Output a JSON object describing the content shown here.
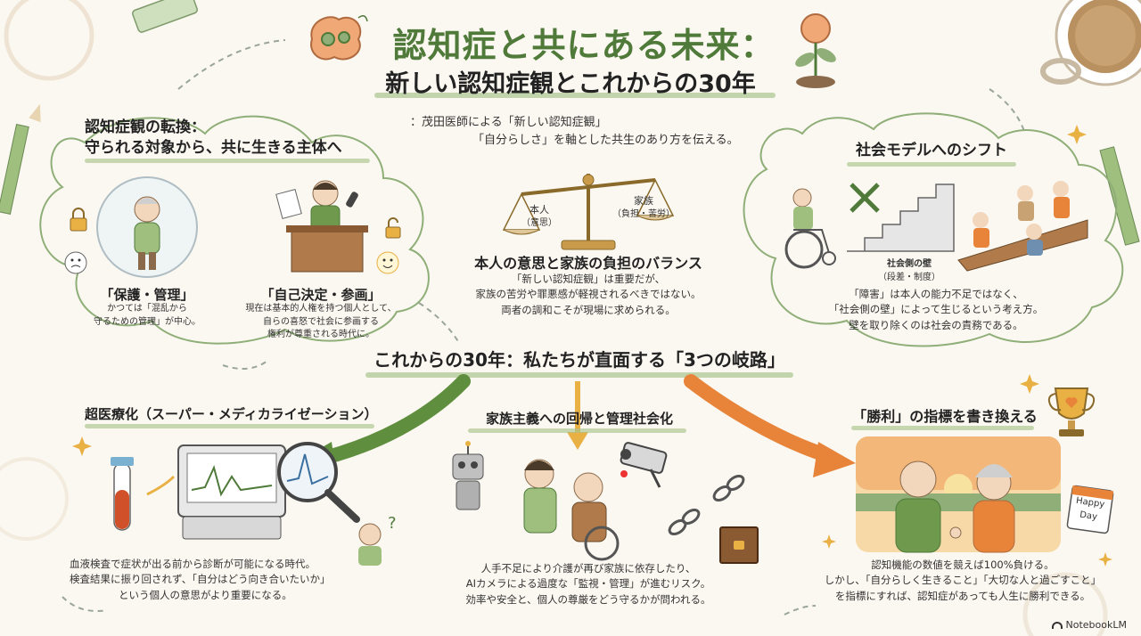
{
  "header": {
    "title": "認知症と共にある未来：",
    "subtitle": "新しい認知症観とこれからの30年"
  },
  "intro": {
    "line1": "：茂田医師による「新しい認知症観」",
    "line2": "「自分らしさ」を軸とした共生のあり方を伝える。"
  },
  "paradigm_shift": {
    "title_line1": "認知症観の転換：",
    "title_line2": "守られる対象から、共に生きる主体へ",
    "old": {
      "label": "「保護・管理」",
      "text1": "かつては「混乱から",
      "text2": "守るための管理」が中心。"
    },
    "new": {
      "label": "「自己決定・参画」",
      "text1": "現在は基本的人権を持つ個人として、",
      "text2": "自らの喜怒で社会に参画する",
      "text3": "権利が尊重される時代に。"
    }
  },
  "balance": {
    "left_label1": "本人",
    "left_label2": "（意思）",
    "right_label1": "家族",
    "right_label2": "（負担・苦労）",
    "title": "本人の意思と家族の負担のバランス",
    "text1": "「新しい認知症観」は重要だが、",
    "text2": "家族の苦労や罪悪感が軽視されるべきではない。",
    "text3": "両者の調和こそが現場に求められる。"
  },
  "social_model": {
    "title": "社会モデルへのシフト",
    "stairs_label1": "社会側の壁",
    "stairs_label2": "（段差・制度）",
    "text1": "「障害」は本人の能力不足ではなく、",
    "text2": "「社会側の壁」によって生じるという考え方。",
    "text3": "壁を取り除くのは社会の責務である。"
  },
  "crossroads": {
    "heading": "これからの30年：私たちが直面する「3つの岐路」"
  },
  "path1": {
    "title": "超医療化（スーパー・メディカライゼーション）",
    "text1": "血液検査で症状が出る前から診断が可能になる時代。",
    "text2": "検査結果に振り回されず、「自分はどう向き合いたいか」",
    "text3": "という個人の意思がより重要になる。"
  },
  "path2": {
    "title": "家族主義への回帰と管理社会化",
    "text1": "人手不足により介護が再び家族に依存したり、",
    "text2": "AIカメラによる過度な「監視・管理」が進むリスク。",
    "text3": "効率や安全と、個人の尊厳をどう守るかが問われる。"
  },
  "path3": {
    "title": "「勝利」の指標を書き換える",
    "calendar_text1": "Happy",
    "calendar_text2": "Day",
    "text1": "認知機能の数値を競えば100%負ける。",
    "text2": "しかし、「自分らしく生きること」「大切な人と過ごすこと」",
    "text3": "を指標にすれば、認知症があっても人生に勝利できる。"
  },
  "footer": {
    "logo": "NotebookLM"
  },
  "colors": {
    "accent_green": "#4f7a3a",
    "arrow_green": "#5f8f3e",
    "arrow_orange": "#e8843a",
    "highlight_green": "#a9c48e"
  }
}
